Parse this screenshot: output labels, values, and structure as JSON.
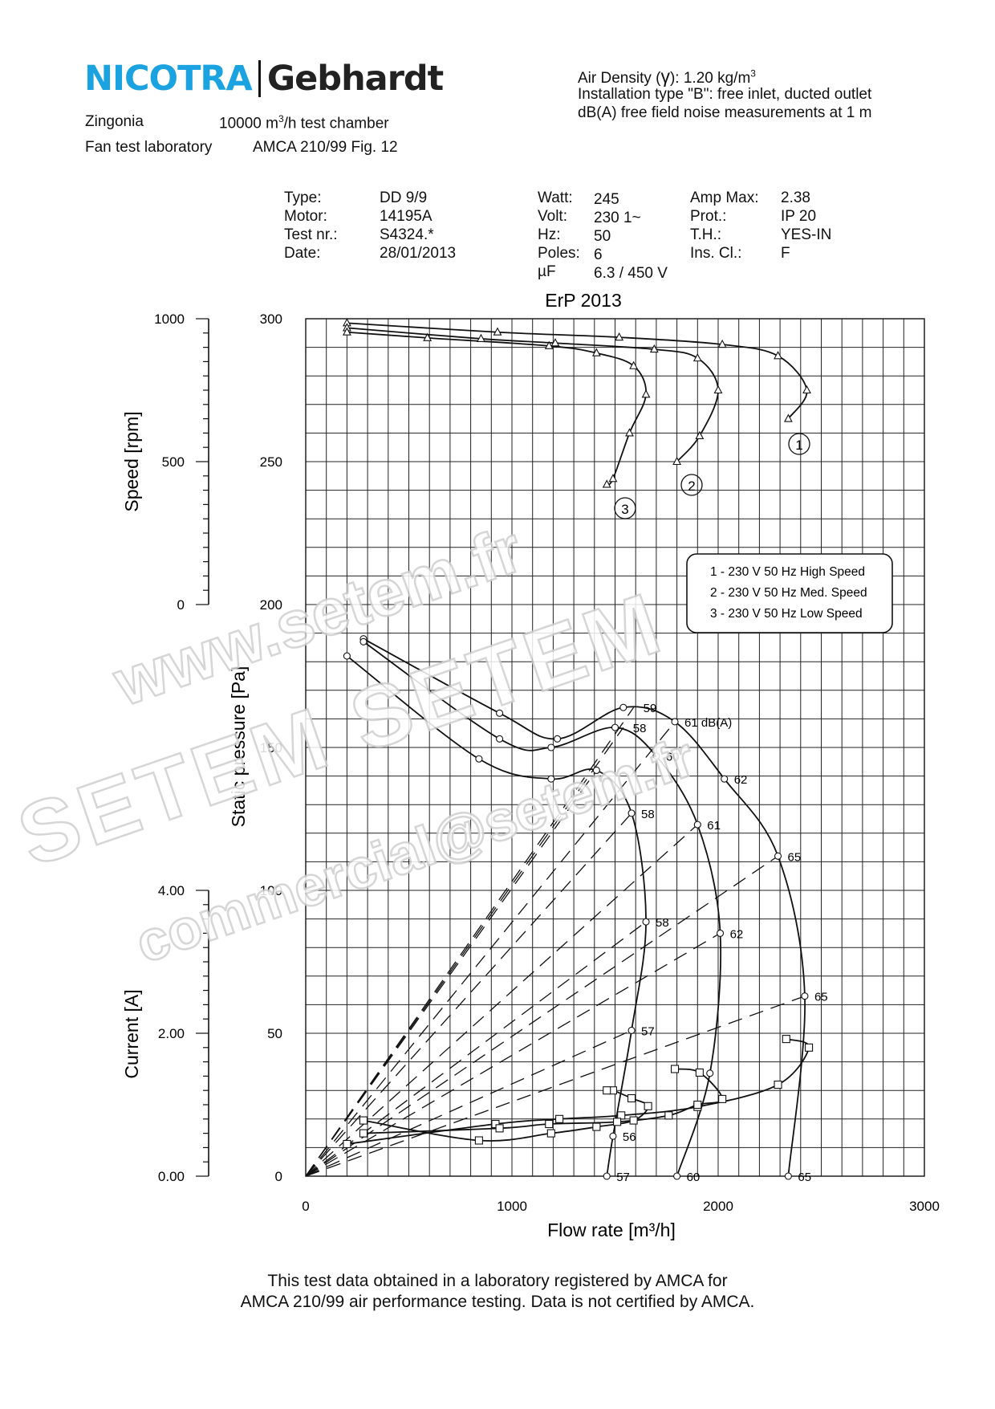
{
  "header": {
    "logo_left": "NICOTRA",
    "logo_right": "Gebhardt",
    "location": "Zingonia",
    "chamber_pre": "10000 m",
    "chamber_sup": "3",
    "chamber_post": "/h test chamber",
    "lab": "Fan test laboratory",
    "standard": "AMCA 210/99 Fig. 12",
    "air_density_pre": "Air Density (",
    "air_density_symbol": "γ",
    "air_density_post": "):  1.20 kg/m",
    "air_density_sup": "3",
    "install_type": "Installation type \"B\": free inlet, ducted outlet",
    "noise_note": "dB(A) free field noise measurements at 1 m"
  },
  "specs": [
    {
      "label": "Type:",
      "value": "DD 9/9"
    },
    {
      "label": "Motor:",
      "value": "14195A"
    },
    {
      "label": "Test nr.:",
      "value": "S4324.*"
    },
    {
      "label": "Date:",
      "value": "28/01/2013"
    },
    {
      "label": "Watt:",
      "value": "245"
    },
    {
      "label": "Volt:",
      "value": "230 1~"
    },
    {
      "label": "Hz:",
      "value": "50"
    },
    {
      "label": "Poles:",
      "value": "6"
    },
    {
      "label": "µF",
      "value": "6.3 / 450 V"
    },
    {
      "label": "Amp Max:",
      "value": "2.38"
    },
    {
      "label": "Prot.:",
      "value": "IP 20"
    },
    {
      "label": "T.H.:",
      "value": "YES-IN"
    },
    {
      "label": "Ins. Cl.:",
      "value": "F"
    }
  ],
  "footer": {
    "line1": "This test data obtained in a laboratory registered by AMCA for",
    "line2": "AMCA 210/99 air performance testing. Data is not certified by AMCA."
  },
  "watermark": {
    "line1": "www.setem.fr",
    "line2": "SETEM SETEM",
    "line3": "commercial@setem.fr"
  },
  "chart_data": {
    "type": "line",
    "title": "ErP 2013",
    "xlabel": "Flow rate [m³/h]",
    "ylabel_pressure": "Static pressure [Pa]",
    "ylabel_speed": "Speed [rpm]",
    "ylabel_current": "Current [A]",
    "xlim": [
      0,
      3000
    ],
    "ylim_pressure": [
      0,
      300
    ],
    "ylim_speed": [
      0,
      1000
    ],
    "ylim_current": [
      0,
      4
    ],
    "grid": true,
    "x_ticks": [
      "0",
      "1000",
      "2000",
      "3000"
    ],
    "pressure_ticks": [
      "0",
      "50",
      "100",
      "150",
      "200",
      "250",
      "300"
    ],
    "speed_ticks": [
      "0",
      "500",
      "1000"
    ],
    "current_ticks": [
      "0.00",
      "2.00",
      "4.00"
    ],
    "legend": {
      "placement": "right",
      "entries": [
        "1 - 230 V 50 Hz High Speed",
        "2 - 230 V 50 Hz Med. Speed",
        "3 - 230 V 50 Hz Low Speed"
      ]
    },
    "curve_labels": [
      "1",
      "2",
      "3"
    ],
    "series": [
      {
        "name": "1 - 230 V 50 Hz High Speed",
        "kind": "speed",
        "marker": "triangle",
        "unit": "rpm",
        "points": [
          [
            200,
            985
          ],
          [
            930,
            953
          ],
          [
            1520,
            935
          ],
          [
            2020,
            910
          ],
          [
            2290,
            870
          ],
          [
            2430,
            750
          ],
          [
            2340,
            650
          ]
        ]
      },
      {
        "name": "2 - 230 V 50 Hz Med. Speed",
        "kind": "speed",
        "marker": "triangle",
        "unit": "rpm",
        "points": [
          [
            200,
            968
          ],
          [
            850,
            930
          ],
          [
            1210,
            915
          ],
          [
            1690,
            893
          ],
          [
            1900,
            862
          ],
          [
            2000,
            750
          ],
          [
            1910,
            590
          ],
          [
            1800,
            500
          ]
        ]
      },
      {
        "name": "3 - 230 V 50 Hz Low Speed",
        "kind": "speed",
        "marker": "triangle",
        "unit": "rpm",
        "points": [
          [
            200,
            953
          ],
          [
            590,
            933
          ],
          [
            1180,
            905
          ],
          [
            1410,
            880
          ],
          [
            1590,
            835
          ],
          [
            1650,
            735
          ],
          [
            1570,
            600
          ],
          [
            1490,
            440
          ],
          [
            1460,
            420
          ]
        ]
      },
      {
        "name": "1 - 230 V 50 Hz High Speed",
        "kind": "pressure",
        "marker": "circle",
        "unit": "Pa",
        "points": [
          [
            280,
            188
          ],
          [
            940,
            162
          ],
          [
            1220,
            153
          ],
          [
            1540,
            164
          ],
          [
            1790,
            159
          ],
          [
            2030,
            139
          ],
          [
            2290,
            112
          ],
          [
            2420,
            63
          ],
          [
            2340,
            0
          ]
        ]
      },
      {
        "name": "2 - 230 V 50 Hz Med. Speed",
        "kind": "pressure",
        "marker": "circle",
        "unit": "Pa",
        "points": [
          [
            280,
            187
          ],
          [
            940,
            153
          ],
          [
            1190,
            150
          ],
          [
            1500,
            157
          ],
          [
            1700,
            147
          ],
          [
            1900,
            123
          ],
          [
            2010,
            85
          ],
          [
            1960,
            36
          ],
          [
            1800,
            0
          ]
        ]
      },
      {
        "name": "3 - 230 V 50 Hz Low Speed",
        "kind": "pressure",
        "marker": "circle",
        "unit": "Pa",
        "points": [
          [
            200,
            182
          ],
          [
            840,
            146
          ],
          [
            1190,
            139
          ],
          [
            1410,
            142
          ],
          [
            1580,
            127
          ],
          [
            1650,
            89
          ],
          [
            1580,
            51
          ],
          [
            1490,
            14
          ],
          [
            1460,
            0
          ]
        ]
      },
      {
        "name": "1 - 230 V 50 Hz High Speed",
        "kind": "current",
        "marker": "square",
        "unit": "A",
        "points": [
          [
            200,
            0.45
          ],
          [
            920,
            0.73
          ],
          [
            1230,
            0.8
          ],
          [
            1530,
            0.85
          ],
          [
            1900,
            0.97
          ],
          [
            2290,
            1.28
          ],
          [
            2440,
            1.8
          ],
          [
            2330,
            1.92
          ]
        ]
      },
      {
        "name": "2 - 230 V 50 Hz Med. Speed",
        "kind": "current",
        "marker": "square",
        "unit": "A",
        "points": [
          [
            280,
            0.6
          ],
          [
            940,
            0.67
          ],
          [
            1180,
            0.73
          ],
          [
            1510,
            0.76
          ],
          [
            1760,
            0.85
          ],
          [
            1900,
            1.0
          ],
          [
            2020,
            1.08
          ],
          [
            1910,
            1.45
          ],
          [
            1790,
            1.5
          ]
        ]
      },
      {
        "name": "3 - 230 V 50 Hz Low Speed",
        "kind": "current",
        "marker": "square",
        "unit": "A",
        "points": [
          [
            280,
            0.78
          ],
          [
            840,
            0.5
          ],
          [
            1190,
            0.6
          ],
          [
            1410,
            0.69
          ],
          [
            1590,
            0.78
          ],
          [
            1660,
            0.98
          ],
          [
            1580,
            1.09
          ],
          [
            1490,
            1.2
          ],
          [
            1460,
            1.2
          ]
        ]
      }
    ],
    "noise_labels": [
      {
        "text": "59",
        "x": 1590,
        "y": 164
      },
      {
        "text": "61 dB(A)",
        "x": 1790,
        "y": 159
      },
      {
        "text": "58",
        "x": 1540,
        "y": 157
      },
      {
        "text": "60",
        "x": 1700,
        "y": 147
      },
      {
        "text": "62",
        "x": 2030,
        "y": 139
      },
      {
        "text": "58",
        "x": 1580,
        "y": 127
      },
      {
        "text": "61",
        "x": 1900,
        "y": 123
      },
      {
        "text": "65",
        "x": 2290,
        "y": 112
      },
      {
        "text": "58",
        "x": 1650,
        "y": 89
      },
      {
        "text": "62",
        "x": 2010,
        "y": 85
      },
      {
        "text": "65",
        "x": 2420,
        "y": 63
      },
      {
        "text": "57",
        "x": 1580,
        "y": 51
      },
      {
        "text": "56",
        "x": 1490,
        "y": 14
      },
      {
        "text": "57",
        "x": 1460,
        "y": 0
      },
      {
        "text": "60",
        "x": 1800,
        "y": 0
      },
      {
        "text": "65",
        "x": 2340,
        "y": 0
      }
    ],
    "system_lines": [
      {
        "x": 1590,
        "y": 164
      },
      {
        "x": 1540,
        "y": 157
      },
      {
        "x": 1410,
        "y": 142
      },
      {
        "x": 1580,
        "y": 127
      },
      {
        "x": 1650,
        "y": 89
      },
      {
        "x": 1790,
        "y": 159
      },
      {
        "x": 1900,
        "y": 123
      },
      {
        "x": 2010,
        "y": 85
      },
      {
        "x": 2290,
        "y": 112
      },
      {
        "x": 2420,
        "y": 63
      },
      {
        "x": 1580,
        "y": 51
      }
    ]
  }
}
